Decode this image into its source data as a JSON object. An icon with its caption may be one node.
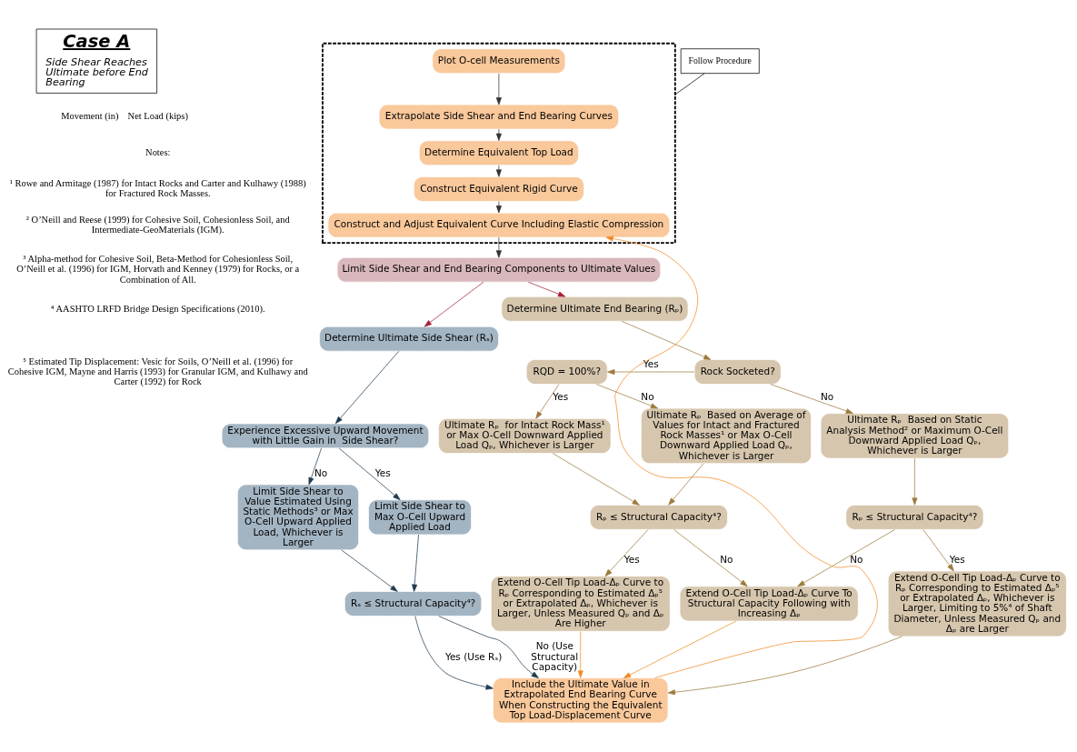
{
  "diagram": {
    "nodes": [
      {
        "text": [
          "Case A",
          "Side Shear Reaches Ultimate before End Bearing"
        ]
      },
      {
        "text": [],
        "shape": "box"
      },
      {
        "text": [
          "Plot O-cell Measurements"
        ],
        "in": 1
      },
      {
        "text": [
          "Extrapolate Side Shear and End Bearing Curves"
        ],
        "in": 1
      },
      {
        "text": [
          "Determine Equivalent Top Load"
        ],
        "in": 1
      },
      {
        "text": [
          "Construct Equivalent Rigid Curve"
        ],
        "in": 1
      },
      {
        "text": [
          "Construct and Adjust Equivalent Curve Including Elastic Compression"
        ],
        "in": 1
      },
      {
        "text": [
          "Follow Procedure"
        ]
      },
      {
        "text": [
          "Limit Side Shear and End Bearing Components to Ultimate Values"
        ]
      },
      {
        "text": [
          "Determine Ultimate Side Shear (Rₛ)"
        ]
      },
      {
        "text": [
          "Experience Excessive Upward Movement with Little Gain in  Side Shear?"
        ]
      },
      {
        "text": [
          "Limit Side Shear to Max O-Cell Upward Applied Load"
        ]
      },
      {
        "text": [
          "Limit Side Shear to Value Estimated Using Static Methods³ or Max O-Cell Upward Applied Load, Whichever is Larger"
        ]
      },
      {
        "text": [
          "Rₛ ≤ Structural Capacity⁴?"
        ]
      },
      {
        "text": [
          "Determine Ultimate End Bearing (Rₚ)"
        ]
      },
      {
        "text": [
          "RQD = 100%?"
        ]
      },
      {
        "text": [
          "Rock Socketed?"
        ]
      },
      {
        "text": [
          "Ultimate Rₚ  for Intact Rock Mass¹ or Max O-Cell Downward Applied Load Qₚ, Whichever is Larger"
        ]
      },
      {
        "text": [
          "Ultimate Rₚ  Based on Average of Values for Intact and Fractured Rock Masses¹ or Max O-Cell Downward Applied Load Qₚ, Whichever is Larger"
        ]
      },
      {
        "text": [
          "Ultimate Rₚ  Based on Static Analysis Method² or Maximum O-Cell Downward Applied Load Qₚ, Whichever is Larger"
        ]
      },
      {
        "text": [
          "Rₚ ≤ Structural Capacity⁴?"
        ]
      },
      {
        "text": [
          "Rₚ ≤ Structural Capacity⁴?"
        ]
      },
      {
        "text": [
          "Extend O-Cell Tip Load-Δₚ Curve to Rₚ Corresponding to Estimated Δₚ⁵ or Extrapolated Δₚ, Whichever is Larger, Unless Measured Qₚ and Δₚ Are Higher"
        ]
      },
      {
        "text": [
          "Extend O-Cell Tip Load-Δₚ Curve To Structural Capacity Following with Increasing Δₚ"
        ]
      },
      {
        "text": [
          "Extend O-Cell Tip Load-Δₚ Curve to Rₚ Corresponding to Estimated Δₚ⁵ or Extrapolated Δₚ, Whichever is Larger, Limiting to 5%⁴ of Shaft Diameter, Unless Measured Qₚ and Δₚ are Larger"
        ]
      },
      {
        "text": [
          "Include the Ultimate Value in Extrapolated End Bearing Curve When Constructing the Equivalent Top Load-Displacement Curve"
        ]
      }
    ],
    "edges": [
      {
        "from": 7,
        "to": 1,
        "arrow": "none",
        "color": "#000000"
      },
      {
        "from": 2,
        "to": 3,
        "arrow": "to",
        "color": "#333333"
      },
      {
        "from": 3,
        "to": 4,
        "arrow": "to",
        "color": "#333333"
      },
      {
        "from": 4,
        "to": 5,
        "arrow": "to",
        "color": "#333333"
      },
      {
        "from": 5,
        "to": 6,
        "arrow": "to",
        "color": "#333333"
      },
      {
        "from": 6,
        "to": 8,
        "arrow": "to",
        "color": "#333333"
      },
      {
        "from": 8,
        "to": 9,
        "arrow": "to",
        "color": "#a32035"
      },
      {
        "from": 8,
        "to": 14,
        "arrow": "to",
        "color": "#a32035"
      },
      {
        "from": 9,
        "to": 10,
        "arrow": "to",
        "color": "#1f3b52"
      },
      {
        "from": 10,
        "to": 11,
        "label": "Yes",
        "arrow": "to",
        "color": "#1f3b52"
      },
      {
        "from": 10,
        "to": 12,
        "label": "No",
        "arrow": "to",
        "color": "#1f3b52"
      },
      {
        "from": 11,
        "to": 13,
        "arrow": "to",
        "color": "#1f3b52"
      },
      {
        "from": 12,
        "to": 13,
        "arrow": "to",
        "color": "#1f3b52"
      },
      {
        "from": 13,
        "to": 25,
        "label": "Yes (Use Rₛ)",
        "arrow": "to",
        "color": "#1f3b52"
      },
      {
        "from": 13,
        "to": 25,
        "label": "No (Use Structural Capacity)",
        "arrow": "to",
        "color": "#1f3b52"
      },
      {
        "from": 14,
        "to": 16,
        "arrow": "to"
      },
      {
        "from": 16,
        "to": 15,
        "label": "Yes",
        "arrow": "to"
      },
      {
        "from": 16,
        "to": 19,
        "label": "No",
        "arrow": "to"
      },
      {
        "from": 15,
        "to": 17,
        "label": "Yes",
        "arrow": "to"
      },
      {
        "from": 15,
        "to": 18,
        "label": "No",
        "arrow": "to"
      },
      {
        "from": 17,
        "to": 20,
        "arrow": "to"
      },
      {
        "from": 18,
        "to": 20,
        "arrow": "to"
      },
      {
        "from": 19,
        "to": 21,
        "arrow": "to"
      },
      {
        "from": 20,
        "to": 22,
        "label": "Yes",
        "arrow": "to"
      },
      {
        "from": 20,
        "to": 23,
        "label": "No",
        "arrow": "to"
      },
      {
        "from": 21,
        "to": 24,
        "label": "Yes",
        "arrow": "to"
      },
      {
        "from": 21,
        "to": 23,
        "label": "No",
        "arrow": "to"
      },
      {
        "from": 22,
        "to": 25,
        "arrow": "to",
        "color": "#f08a24"
      },
      {
        "from": 23,
        "to": 25,
        "arrow": "to",
        "color": "#f08a24"
      },
      {
        "from": 24,
        "to": 25,
        "arrow": "to"
      },
      {
        "from": 25,
        "to": 6,
        "arrow": "to",
        "color": "#f08a24"
      }
    ],
    "labels": [
      "Movement (in)",
      "Net Load (kips)",
      "Notes:",
      "¹ Rowe and Armitage (1987) for Intact Rocks and Carter and Kulhawy (1988) for Fractured Rock Masses.",
      "² O’Neill and Reese (1999) for Cohesive Soil, Cohesionless Soil, and Intermediate-GeoMaterials (IGM).",
      "³ Alpha-method for Cohesive Soil, Beta-Method for Cohesionless Soil, O’Neill et al. (1996) for IGM, Horvath and Kenney (1979) for Rocks, or a Combination of All.",
      "⁴ AASHTO LRFD Bridge Design Specifications (2010).",
      "⁵ Estimated Tip Displacement: Vesic for Soils, O’Neill et al. (1996) for Cohesive IGM, Mayne and Harris (1993) for Granular IGM, and Kulhawy and Carter (1992) for Rock"
    ]
  }
}
